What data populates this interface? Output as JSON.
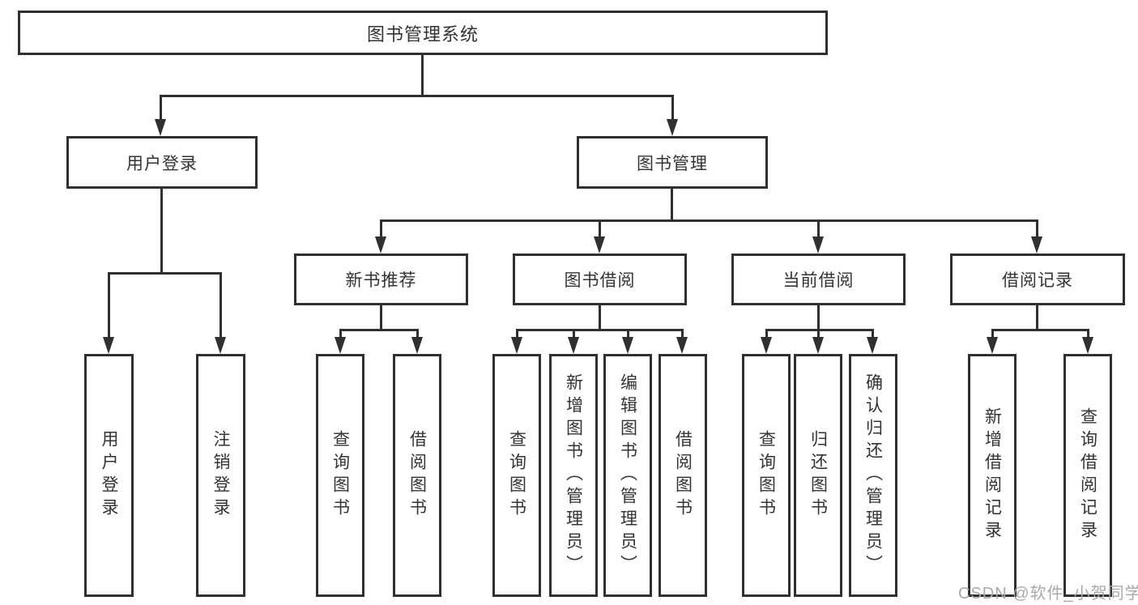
{
  "diagram": {
    "title": "图书管理系统",
    "nodes": {
      "root": {
        "label": "图书管理系统"
      },
      "user_login": {
        "label": "用户登录"
      },
      "book_management": {
        "label": "图书管理"
      },
      "new_book_recommend": {
        "label": "新书推荐"
      },
      "book_borrowing": {
        "label": "图书借阅"
      },
      "current_borrowing": {
        "label": "当前借阅"
      },
      "borrowing_records": {
        "label": "借阅记录"
      },
      "leaf_user_login": {
        "label": "用户登录"
      },
      "leaf_logout": {
        "label": "注销登录"
      },
      "leaf_nbr_query_books": {
        "label": "查询图书"
      },
      "leaf_nbr_borrow_books": {
        "label": "借阅图书"
      },
      "leaf_bb_query_books": {
        "label": "查询图书"
      },
      "leaf_bb_add_books_admin": {
        "label": "新增图书（管理员）"
      },
      "leaf_bb_edit_books_admin": {
        "label": "编辑图书（管理员）"
      },
      "leaf_bb_borrow_books": {
        "label": "借阅图书"
      },
      "leaf_cb_query_books": {
        "label": "查询图书"
      },
      "leaf_cb_return_books": {
        "label": "归还图书"
      },
      "leaf_cb_confirm_return_admin": {
        "label": "确认归还（管理员）"
      },
      "leaf_br_add_record": {
        "label": "新增借阅记录"
      },
      "leaf_br_query_record": {
        "label": "查询借阅记录"
      }
    },
    "watermark": "CSDN @软件_小贺同学"
  }
}
